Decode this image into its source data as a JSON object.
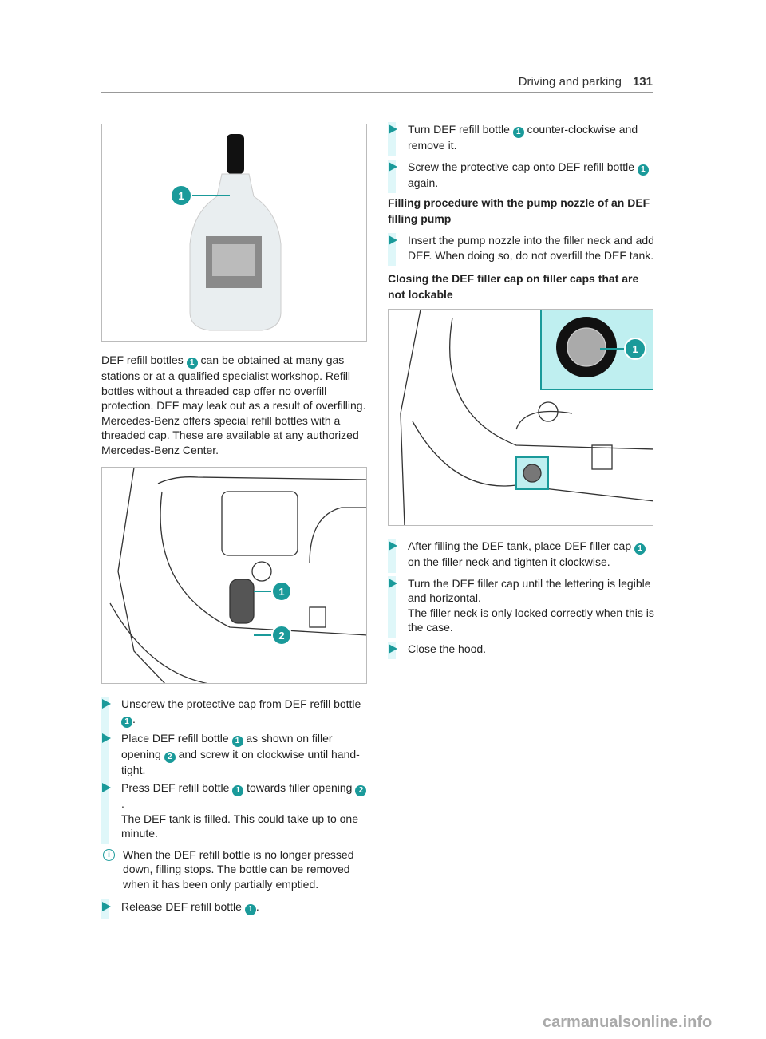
{
  "header": {
    "section": "Driving and parking",
    "page": "131"
  },
  "left": {
    "fig1_callouts": [
      "1"
    ],
    "intro": {
      "t1": "DEF refill bottles ",
      "b1": "1",
      "t2": " can be obtained at many gas stations or at a qualified specialist workshop. Refill bottles without a threaded cap offer no overfill protection. DEF may leak out as a result of overfilling. Mercedes-Benz offers special refill bottles with a threaded cap. These are available at any authorized Mercedes-Benz Center."
    },
    "fig2_callouts": [
      "1",
      "2"
    ],
    "steps": [
      {
        "t1": "Unscrew the protective cap from DEF refill bottle ",
        "b1": "1",
        "t2": "."
      },
      {
        "t1": "Place DEF refill bottle ",
        "b1": "1",
        "t2": " as shown on filler opening ",
        "b2": "2",
        "t3": " and screw it on clockwise until hand-tight."
      },
      {
        "t1": "Press DEF refill bottle ",
        "b1": "1",
        "t2": " towards filler opening ",
        "b2": "2",
        "t3": ".",
        "extra": "The DEF tank is filled. This could take up to one minute."
      },
      {
        "t1": "Release DEF refill bottle ",
        "b1": "1",
        "t2": "."
      }
    ],
    "note": {
      "icon": "info-icon",
      "text": "When the DEF refill bottle is no longer pressed down, filling stops. The bottle can be removed when it has been only partially emptied."
    }
  },
  "right": {
    "steps_a": [
      {
        "t1": "Turn DEF refill bottle ",
        "b1": "1",
        "t2": " counter-clockwise and remove it."
      },
      {
        "t1": "Screw the protective cap onto DEF refill bottle ",
        "b1": "1",
        "t2": " again."
      }
    ],
    "heading1": "Filling procedure with the pump nozzle of an DEF filling pump",
    "step_b": "Insert the pump nozzle into the filler neck and add DEF. When doing so, do not overfill the DEF tank.",
    "heading2": "Closing the DEF filler cap on filler caps that are not lockable",
    "fig3_callouts": [
      "1"
    ],
    "steps_c": [
      {
        "t1": "After filling the DEF tank, place DEF filler cap ",
        "b1": "1",
        "t2": " on the filler neck and tighten it clockwise."
      },
      {
        "t1": "Turn the DEF filler cap until the lettering is legible and horizontal.",
        "extra": "The filler neck is only locked correctly when this is the case."
      },
      {
        "t1": "Close the hood."
      }
    ]
  },
  "watermark": "carmanualsonline.info",
  "colors": {
    "accent": "#1a9a9a",
    "bar": "#dff7f9"
  }
}
